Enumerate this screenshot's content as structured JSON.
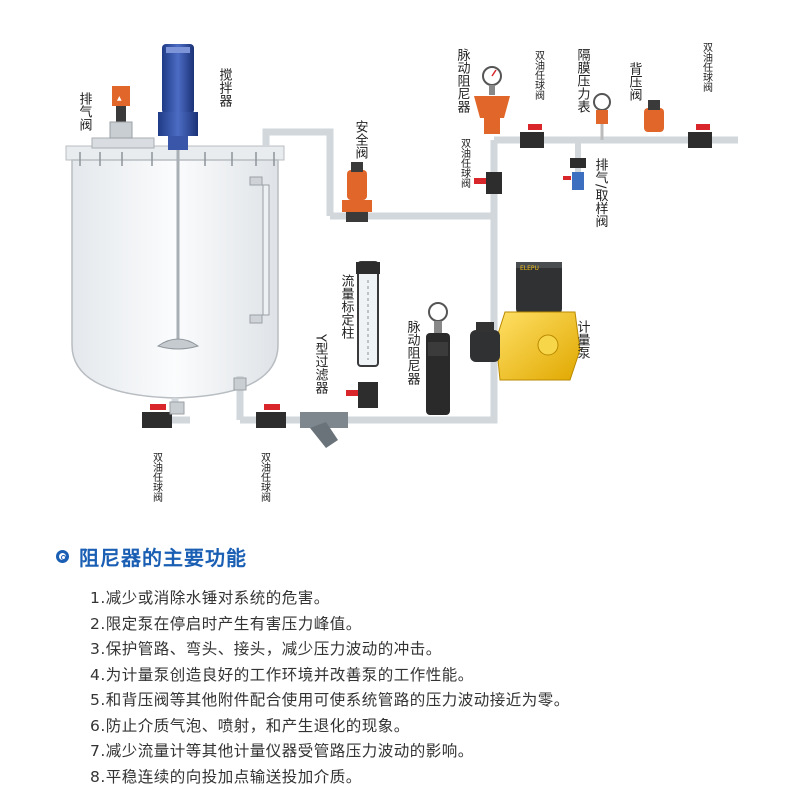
{
  "diagram": {
    "labels": {
      "exhaust_valve": "排气阀",
      "agitator": "搅拌器",
      "safety_valve": "安全阀",
      "pulse_damper_top": "脉动阻尼器",
      "double_union_ball_valve_top1": "双油任球阀",
      "diaphragm_gauge": "隔膜压力表",
      "back_pressure_valve": "背压阀",
      "double_union_ball_valve_top2": "双油任球阀",
      "double_union_ball_valve_vertical": "双油任球阀",
      "exhaust_sample_valve": "排气/取样阀",
      "flow_column": "流量标定柱",
      "y_filter": "Y型过滤器",
      "pulse_damper_bottom": "脉动阻尼器",
      "metering_pump": "计量泵",
      "double_union_ball_valve_bottom1": "双油任球阀",
      "double_union_ball_valve_bottom2": "双油任球阀",
      "pump_brand": "ELEPU"
    }
  },
  "section": {
    "title": "阻尼器的主要功能",
    "items": [
      "1.减少或消除水锤对系统的危害。",
      "2.限定泵在停启时产生有害压力峰值。",
      "3.保护管路、弯头、接头，减少压力波动的冲击。",
      "4.为计量泵创造良好的工作环境并改善泵的工作性能。",
      "5.和背压阀等其他附件配合使用可使系统管路的压力波动接近为零。",
      "6.防止介质气泡、喷射，和产生退化的现象。",
      "7.减少流量计等其他计量仪器受管路压力波动的影响。",
      "8.平稳连续的向投加点输送投加介质。"
    ]
  },
  "colors": {
    "accent": "#1a5fb4",
    "pipe": "#d9dde1",
    "valve_orange": "#e0662a",
    "valve_red": "#d9262b",
    "pump_yellow": "#f2c21a",
    "motor_blue": "#2b4a9a"
  }
}
